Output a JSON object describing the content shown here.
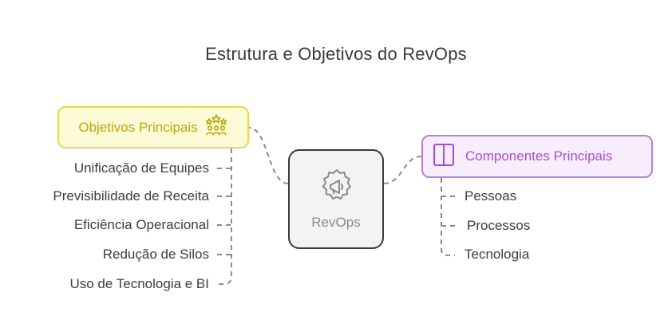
{
  "title": "Estrutura e Objetivos do RevOps",
  "center": {
    "label": "RevOps",
    "icon": "megaphone-gear-icon"
  },
  "objectives": {
    "label": "Objetivos Principais",
    "icon": "team-stars-icon",
    "color": "#e8d84a",
    "items": [
      "Unificação de Equipes",
      "Previsibilidade de Receita",
      "Eficiência Operacional",
      "Redução de Silos",
      "Uso de Tecnologia e BI"
    ]
  },
  "components": {
    "label": "Componentes Principais",
    "icon": "columns-icon",
    "color": "#b97fdc",
    "items": [
      "Pessoas",
      "Processos",
      "Tecnologia"
    ]
  }
}
